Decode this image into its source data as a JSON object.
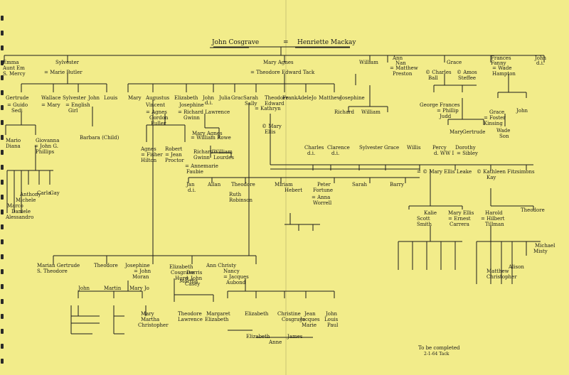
{
  "root": {
    "husband": "John Cosgrave",
    "eq": "=",
    "wife": "Henriette Mackay"
  },
  "gen2": [
    "Emma",
    "Aunt Em",
    "S. Mercy",
    "Sylvester",
    "= Marie Butler",
    "Mary Agnes",
    "= Theodore Edward Tack",
    "William",
    "Ann",
    "Nan",
    "= Matthew",
    "Preston",
    "Grace",
    "© Charles",
    "Ball",
    "© Amos",
    "Steffee",
    "Frances",
    "Fanny",
    "= Wade",
    "Hampton",
    "John",
    "d.i."
  ],
  "gen3": [
    "Gertrude",
    "= Guido",
    "Sedi",
    "Wallace",
    "= Mary",
    "Sylvester",
    "= English",
    "Girl",
    "John",
    "Louis",
    "Mary",
    "Augustus",
    "Vincent",
    "= Agnes",
    "Gordon",
    "Fuller",
    "Elizabeth",
    "Josephine",
    "John",
    "d.i.",
    "= Richard Lawrence",
    "Gwinn",
    "Julia",
    "Grac",
    "Sarah",
    "Sally",
    "Theodore",
    "Edward",
    "= Kathryn",
    "Frank",
    "Adele",
    "Jo",
    "Matthew",
    "Josephine",
    "Richard",
    "William",
    "George",
    "Frances",
    "= Phillip",
    "Judd",
    "Mary",
    "Gertrude",
    "Grace",
    "= Foster",
    "Kinsing",
    "John",
    "Wade",
    "Son",
    "© Mary",
    "Ellis"
  ],
  "gen4": [
    "Mario",
    "Diana",
    "Giovanna",
    "= John G.",
    "Phillips",
    "Barbara (Child)",
    "Agnes",
    "= Fisher",
    "Hilton",
    "Robert",
    "= Jean",
    "Proctor",
    "Mary Agnes",
    "= William Rowe",
    "Richard",
    "Gwinn",
    "William",
    "Lourdes",
    "= Annemarie",
    "Faubie",
    "Charles",
    "d.i.",
    "Clarence",
    "d.i.",
    "Sylvester",
    "Grace",
    "Willis",
    "Percy",
    "d. WW I",
    "Dorothy",
    "= Sibley",
    "Jan",
    "d.i.",
    "Allan",
    "Theodore",
    "Ruth",
    "Robinson",
    "Miriam",
    "Hebert",
    "Peter",
    "Fortune",
    "= Anna",
    "Worrell",
    "Sarah",
    "Barry",
    "= © Mary Ellis Leake",
    "© Kathleen Fitzsimons",
    "Kay"
  ],
  "gen5": [
    "Anthony",
    "Carla",
    "Gay",
    "Michele",
    "Marco",
    "Daniele",
    "Alessandro",
    "Kalie",
    "Scott",
    "Smith",
    "Mary Ellis",
    "= Ernest",
    "Carrera",
    "Harold",
    "= Hilbert",
    "Tillman",
    "Theodore",
    "Misty",
    "Michael",
    "Alison",
    "Matthew",
    "Christopher"
  ],
  "gen6": [
    "Marian Gertrude",
    "S. Theodore",
    "Theodore",
    "Josephine",
    "= John",
    "Moran",
    "Elizabeth",
    "Cosgrave",
    "Hurd",
    "Martha",
    "Dorris",
    "= John",
    "Casey",
    "Ann Christy",
    "Nancy",
    "= Jacques",
    "Aubond",
    "John",
    "Martin",
    "Mary Jo",
    "Mary",
    "Martha",
    "Christopher",
    "Theodore",
    "Lawrence",
    "Margaret",
    "Elizabeth",
    "Elizabeth",
    "Christine",
    "Cosgrave",
    "Jean",
    "Jacques",
    "Marie",
    "John",
    "Louis",
    "Paul",
    "Elizabeth",
    "Anne",
    "James"
  ],
  "note": {
    "line1": "To be completed",
    "line2": "2-1-64 Tack"
  }
}
